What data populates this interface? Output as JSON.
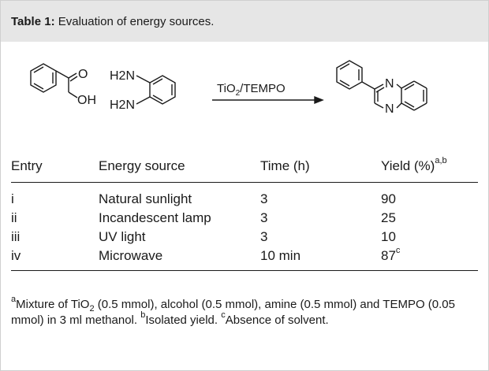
{
  "caption": {
    "label": "Table 1:",
    "text": "Evaluation of energy sources."
  },
  "scheme": {
    "reactant1_atoms": [
      "O",
      "OH"
    ],
    "reactant2_atoms": [
      "H2N",
      "H2N"
    ],
    "reagent": [
      "TiO",
      "2",
      "/TEMPO"
    ],
    "product_atoms": [
      "N",
      "N"
    ]
  },
  "table": {
    "columns": [
      "Entry",
      "Energy source",
      "Time (h)",
      "Yield (%)"
    ],
    "yield_header_sup": "a,b",
    "rows": [
      {
        "entry": "i",
        "source": "Natural sunlight",
        "time": "3",
        "yield": "90",
        "sup": ""
      },
      {
        "entry": "ii",
        "source": "Incandescent lamp",
        "time": "3",
        "yield": "25",
        "sup": ""
      },
      {
        "entry": "iii",
        "source": "UV light",
        "time": "3",
        "yield": "10",
        "sup": ""
      },
      {
        "entry": "iv",
        "source": "Microwave",
        "time": "10 min",
        "yield": "87",
        "sup": "c"
      }
    ]
  },
  "footnotes": {
    "a_mark": "a",
    "a_text1": "Mixture of TiO",
    "a_sub": "2",
    "a_text2": " (0.5 mmol), alcohol (0.5 mmol), amine (0.5 mmol) and TEMPO (0.05 mmol) in 3 ml methanol. ",
    "b_mark": "b",
    "b_text": "Isolated yield. ",
    "c_mark": "c",
    "c_text": "Absence of solvent."
  }
}
